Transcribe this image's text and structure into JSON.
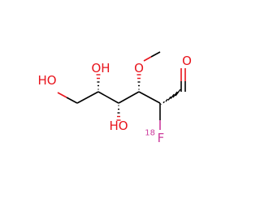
{
  "structure": {
    "atoms": [
      {
        "id": "O_ald",
        "label": "O",
        "color": "#e8141c"
      },
      {
        "id": "C1",
        "label": ""
      },
      {
        "id": "C2",
        "label": ""
      },
      {
        "id": "F",
        "label": "F",
        "color": "#cc3b9c"
      },
      {
        "id": "C3",
        "label": ""
      },
      {
        "id": "O3",
        "label": "O",
        "color": "#e8141c"
      },
      {
        "id": "CH3",
        "label": ""
      },
      {
        "id": "C4",
        "label": ""
      },
      {
        "id": "O4",
        "label": "HO",
        "color": "#e8141c"
      },
      {
        "id": "C5",
        "label": ""
      },
      {
        "id": "O5",
        "label": "OH",
        "color": "#e8141c"
      },
      {
        "id": "C6",
        "label": ""
      },
      {
        "id": "O6",
        "label": "HO",
        "color": "#e8141c"
      }
    ],
    "isotope": {
      "text": "18",
      "atom": "F",
      "color": "#cc3b9c"
    },
    "bond_color": "#000000"
  }
}
